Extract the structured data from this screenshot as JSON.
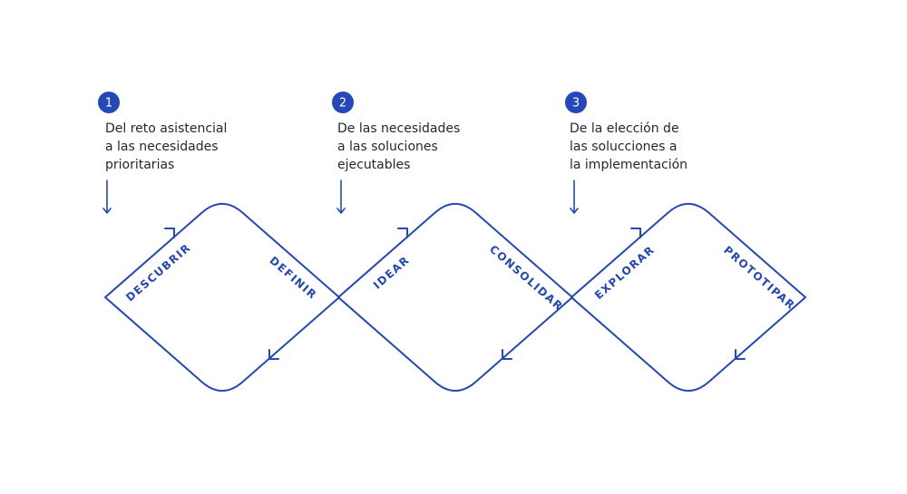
{
  "colors": {
    "accent": "#2448b8",
    "text": "#1f2533",
    "background": "#ffffff"
  },
  "steps": [
    {
      "number": "1",
      "text": "Del reto asistencial\na las necesidades\nprioritarias"
    },
    {
      "number": "2",
      "text": "De las necesidades\na las soluciones\nejecutables"
    },
    {
      "number": "3",
      "text": "De la elección de\nlas solucciones a\nla implementación"
    }
  ],
  "phases": [
    {
      "left": "DESCUBRIR",
      "right": "DEFINIR"
    },
    {
      "left": "IDEAR",
      "right": "CONSOLIDAR"
    },
    {
      "left": "EXPLORAR",
      "right": "PROTOTIPAR"
    }
  ]
}
